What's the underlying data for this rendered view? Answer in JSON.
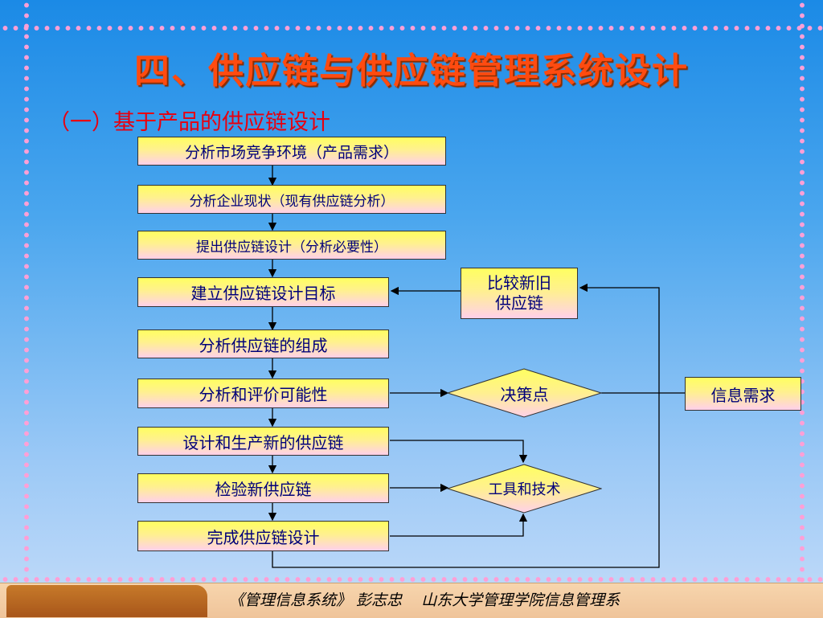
{
  "title": "四、供应链与供应链管理系统设计",
  "subtitle": "（一）基于产品的供应链设计",
  "flow_steps": [
    "分析市场竞争环境（产品需求）",
    "分析企业现状（现有供应链分析）",
    "提出供应链设计（分析必要性）",
    "建立供应链设计目标",
    "分析供应链的组成",
    "分析和评价可能性",
    "设计和生产新的供应链",
    "检验新供应链",
    "完成供应链设计"
  ],
  "compare_box": "比较新旧\n供应链",
  "decision_point": "决策点",
  "tools_diamond": "工具和技术",
  "info_box": "信息需求",
  "footer": "《管理信息系统》 彭志忠    山东大学管理学院信息管理系",
  "colors": {
    "title": "#ff4b10",
    "subtitle": "#e8000f",
    "box_text": "#00007a",
    "border_dots": "#ff9fd6"
  }
}
